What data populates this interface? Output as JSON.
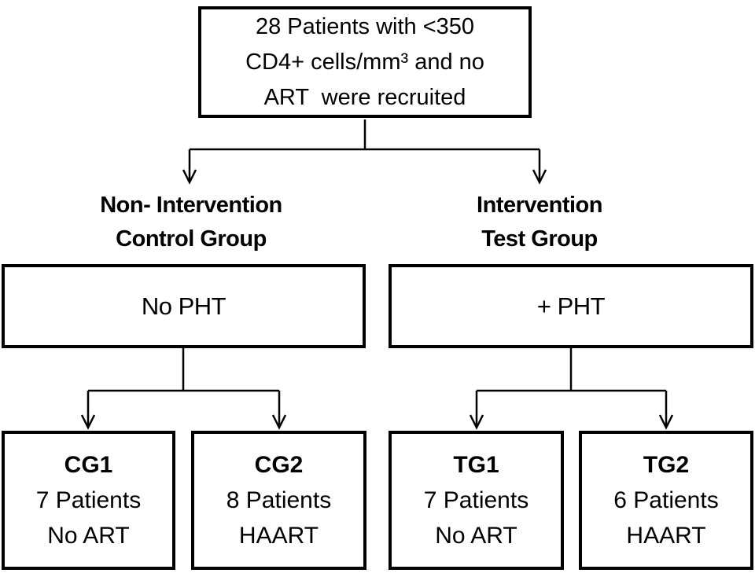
{
  "colors": {
    "line": "#000000",
    "text": "#000000",
    "background": "#ffffff"
  },
  "flowchart": {
    "root": {
      "lines": [
        "28 Patients with <350",
        "CD4+ cells/mm³ and no",
        "ART  were recruited"
      ]
    },
    "branches": {
      "left_label": {
        "lines": [
          "Non- Intervention",
          "Control Group"
        ]
      },
      "right_label": {
        "lines": [
          "Intervention",
          "Test Group"
        ]
      },
      "left_box": {
        "label": "No PHT"
      },
      "right_box": {
        "label": "+ PHT"
      }
    },
    "leaves": [
      {
        "id": "CG1",
        "patients": "7 Patients",
        "treatment": "No ART"
      },
      {
        "id": "CG2",
        "patients": "8 Patients",
        "treatment": "HAART"
      },
      {
        "id": "TG1",
        "patients": "7 Patients",
        "treatment": "No ART"
      },
      {
        "id": "TG2",
        "patients": "6 Patients",
        "treatment": "HAART"
      }
    ]
  }
}
